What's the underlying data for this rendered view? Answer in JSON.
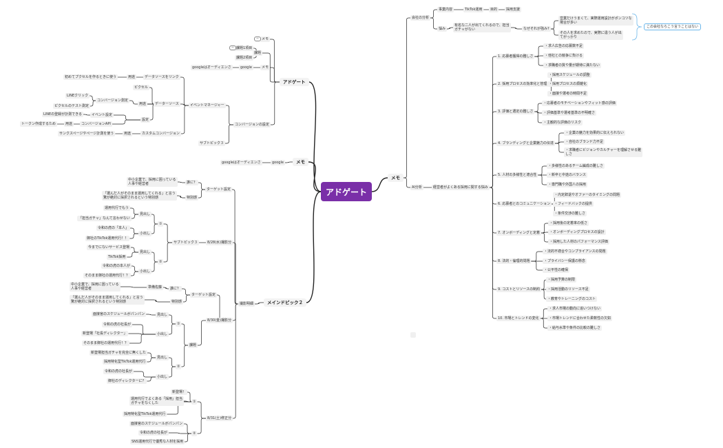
{
  "root": {
    "label": "アドゲート"
  },
  "branches": {
    "left_top": {
      "label": "アドゲート"
    },
    "left_mid": {
      "label": "メモ"
    },
    "left_bottom": {
      "label": "メインドピック２"
    },
    "right": {
      "label": "メモ"
    }
  },
  "nodes": [
    {
      "id": "memo1",
      "text": "メモ"
    },
    {
      "id": "kadai",
      "text": "課題"
    },
    {
      "id": "kadai1",
      "text": "課題1項目"
    },
    {
      "id": "kadai2",
      "text": "課題2項目"
    },
    {
      "id": "google1",
      "text": "google"
    },
    {
      "id": "g_aud1",
      "text": "googleはオーディエンさ"
    },
    {
      "id": "memo2",
      "text": "メモ"
    },
    {
      "id": "event_mgr",
      "text": "イベントマネージャー"
    },
    {
      "id": "ds_link",
      "text": "データソースをリンク"
    },
    {
      "id": "yoto1",
      "text": "用途"
    },
    {
      "id": "pixel_first",
      "text": "初めてプクセルを作るときに使う"
    },
    {
      "id": "ds",
      "text": "データーソース"
    },
    {
      "id": "yoto2",
      "text": "用途"
    },
    {
      "id": "pixel",
      "text": "ピクセル"
    },
    {
      "id": "conv_measure",
      "text": "コンバージョン測定"
    },
    {
      "id": "line_click",
      "text": "LINEクリック"
    },
    {
      "id": "pixel_test",
      "text": "ピクセルのテスト測定"
    },
    {
      "id": "settei",
      "text": "設定"
    },
    {
      "id": "event_settei",
      "text": "イベント設定"
    },
    {
      "id": "line_reg",
      "text": "LINEの登録が計測できる"
    },
    {
      "id": "conv_api",
      "text": "コンバージョンAPI"
    },
    {
      "id": "yoto3",
      "text": "用途"
    },
    {
      "id": "token",
      "text": "トークン作成するため"
    },
    {
      "id": "custom_conv",
      "text": "カスタムコンバージョン"
    },
    {
      "id": "yoto4",
      "text": "用途"
    },
    {
      "id": "thanks",
      "text": "サンクスページやページ計測を使う"
    },
    {
      "id": "conv_settei",
      "text": "コンバージョンの設定"
    },
    {
      "id": "subtopic3a",
      "text": "サブトピック３"
    },
    {
      "id": "google2",
      "text": "google"
    },
    {
      "id": "g_aud2",
      "text": "googleはオーディエンさ"
    },
    {
      "id": "target_settei1",
      "text": "ターゲット設定"
    },
    {
      "id": "dare1",
      "text": "誰に？"
    },
    {
      "id": "smb1",
      "text": "中小企業で、採用に困っている\n人事や経営者"
    },
    {
      "id": "tokubetsu1",
      "text": "特別感"
    },
    {
      "id": "erabareta1",
      "text": "「選んだ人がそのまま運用してくれる」と言う\n驚が絶対に採択されるという特別感"
    },
    {
      "id": "d828",
      "text": "8/28(水)撮影分"
    },
    {
      "id": "subtopic3b",
      "text": "サブトピック３"
    },
    {
      "id": "m1a",
      "text": "①"
    },
    {
      "id": "midashi1",
      "text": "見出し"
    },
    {
      "id": "unyo1",
      "text": "運用代行でもう"
    },
    {
      "id": "gacha1",
      "text": "「担当ガチャ」なんて言わせない"
    },
    {
      "id": "kodashi1",
      "text": "小出し"
    },
    {
      "id": "reiwa_honnin",
      "text": "令和の虎の「本人」"
    },
    {
      "id": "onsha1",
      "text": "御社のTikTok運用代行！！"
    },
    {
      "id": "m2a",
      "text": "②"
    },
    {
      "id": "midashi2",
      "text": "見出し"
    },
    {
      "id": "imamade",
      "text": "今までにないサービス登場"
    },
    {
      "id": "tiktok_saiyo",
      "text": "TikTok採用"
    },
    {
      "id": "kodashi2",
      "text": "小出し"
    },
    {
      "id": "reiwa_honnin2",
      "text": "令和の虎の本人が"
    },
    {
      "id": "sonomama1",
      "text": "そのまま御社の運用代行！？"
    },
    {
      "id": "satsuei",
      "text": "撮影明細"
    },
    {
      "id": "target_settei2",
      "text": "ターゲット設定"
    },
    {
      "id": "dare2",
      "text": "誰に？"
    },
    {
      "id": "junbi",
      "text": "準備佐藤"
    },
    {
      "id": "smb2",
      "text": "中小企業で、採用に困っている\n人事や経営者"
    },
    {
      "id": "tokubetsu2",
      "text": "特別感"
    },
    {
      "id": "erabareta2",
      "text": "「選んだ人がそのまま運用してくれる」と言う\n驚が絶対に採択されるという特別感"
    },
    {
      "id": "d830",
      "text": "8/30(金)撮影分"
    },
    {
      "id": "kadai_b",
      "text": "課題"
    },
    {
      "id": "m1b",
      "text": "①"
    },
    {
      "id": "midashi3",
      "text": "見出し"
    },
    {
      "id": "schedule_bb",
      "text": "面接官のスケジュールがパンパン"
    },
    {
      "id": "kodashi3",
      "text": "小出し"
    },
    {
      "id": "reiwa_shacho",
      "text": "令和の虎の社長が"
    },
    {
      "id": "shinkan",
      "text": "新登場「社長ディレクター」"
    },
    {
      "id": "sonomama2",
      "text": "そのまま御社の運用代行！？"
    },
    {
      "id": "m2b",
      "text": "②"
    },
    {
      "id": "midashi4",
      "text": "見出し"
    },
    {
      "id": "shinkan_gacha",
      "text": "新登場担当ガチャを完全に無くした"
    },
    {
      "id": "saiyo_tokka",
      "text": "採用特化型TikTok運用代行"
    },
    {
      "id": "kodashi4",
      "text": "小出し"
    },
    {
      "id": "reiwa_shacho2",
      "text": "令和の虎の社長が"
    },
    {
      "id": "director",
      "text": "御社のディレクターに？"
    },
    {
      "id": "d831",
      "text": "8/31(土)修正分"
    },
    {
      "id": "m1c",
      "text": "①"
    },
    {
      "id": "shin_tojo",
      "text": "新登場！"
    },
    {
      "id": "unyo_yoku",
      "text": "運用代行でよくある「採用」担当\nガチャをなくした"
    },
    {
      "id": "saiyo_tokka2",
      "text": "採用特化型TikTok運用代行"
    },
    {
      "id": "m2c",
      "text": "②"
    },
    {
      "id": "mensetsu_bb",
      "text": "面接官のスケジュールがパンパン"
    },
    {
      "id": "reiwa_shacho3",
      "text": "令和の虎の社長が"
    },
    {
      "id": "sns_unyo",
      "text": "SNS運用代行で優秀な人材を採用"
    },
    {
      "id": "kaisha_bunseki",
      "text": "会社の分析"
    },
    {
      "id": "jigyo",
      "text": "事業内容"
    },
    {
      "id": "tiktok_unyo",
      "text": "TikTok運用"
    },
    {
      "id": "mokuteki",
      "text": "目的"
    },
    {
      "id": "saiyo_shien",
      "text": "採用支援"
    },
    {
      "id": "nayami",
      "text": "悩み"
    },
    {
      "id": "yumei",
      "text": "有名な二人が出てくれるので、担当\nガチャがない"
    },
    {
      "id": "naze",
      "text": "なぜそれが強み?"
    },
    {
      "id": "eigyo",
      "text": "営業だけうまくて、実際運用設計がポンコツな\n場合が多い"
    },
    {
      "id": "sono_hito",
      "text": "その人を求めたので、実際に違う人が出\nてがっかり"
    },
    {
      "id": "callout",
      "text": "この会社ならこう言うことはない"
    },
    {
      "id": "ai_bunseki",
      "text": "AI分析"
    },
    {
      "id": "keieisha",
      "text": "経営者がよくある採用に関する悩み"
    },
    {
      "id": "c1",
      "text": "1. 応募者獲得の難しさ"
    },
    {
      "id": "c1a",
      "text": "・求人広告の応募数不足"
    },
    {
      "id": "c1b",
      "text": "・他社との競争に負ける"
    },
    {
      "id": "c1c",
      "text": "・求職者の質や量が期待に満たない"
    },
    {
      "id": "c2",
      "text": "2. 採用プロセスの効率化と管理"
    },
    {
      "id": "c2a",
      "text": "・採用スケジュールの調整"
    },
    {
      "id": "c2b",
      "text": "・採用プロセスの煩雑化"
    },
    {
      "id": "c2c",
      "text": "・面接や選考の時間不足"
    },
    {
      "id": "c3",
      "text": "3. 評価と選定の難しさ"
    },
    {
      "id": "c3a",
      "text": "・応募者のモチベーションやフィット感の評価"
    },
    {
      "id": "c3b",
      "text": "・評価基準や選考基準の不明確さ"
    },
    {
      "id": "c3c",
      "text": "・主観的な評価のリスク"
    },
    {
      "id": "c4",
      "text": "4. ブランディングと企業魅力の伝達"
    },
    {
      "id": "c4a",
      "text": "・企業の魅力を効果的に伝えられない"
    },
    {
      "id": "c4b",
      "text": "・自社のブランド力不足"
    },
    {
      "id": "c4c",
      "text": "・求職者にビジョンやカルチャーを理解させる難\nしさ"
    },
    {
      "id": "c5",
      "text": "5. 人材の多様性と適合性"
    },
    {
      "id": "c5a",
      "text": "・多様性のあるチーム編成の難しさ"
    },
    {
      "id": "c5b",
      "text": "・新卒と中途のバランス"
    },
    {
      "id": "c5c",
      "text": "・専門職や外国人の採用"
    },
    {
      "id": "c6",
      "text": "6. 応募者とのコミュニケーション"
    },
    {
      "id": "c6a",
      "text": "・内定辞退やオファーのタイミングの問題"
    },
    {
      "id": "c6b",
      "text": "・フィードバックの提供"
    },
    {
      "id": "c6c",
      "text": "・条件交渉の難しさ"
    },
    {
      "id": "c7",
      "text": "7. オンボーディングと定着"
    },
    {
      "id": "c7a",
      "text": "・採用後の定着率の低さ"
    },
    {
      "id": "c7b",
      "text": "・オンボーディングプロセスの設計"
    },
    {
      "id": "c7c",
      "text": "・採用した人材のパフォーマンス評価"
    },
    {
      "id": "c8",
      "text": "8. 法的・倫理的問題"
    },
    {
      "id": "c8a",
      "text": "・法的不適合やコンプライアンスの問題"
    },
    {
      "id": "c8b",
      "text": "・プライバシー保護の懸念"
    },
    {
      "id": "c8c",
      "text": "・公平性の確保"
    },
    {
      "id": "c9",
      "text": "9. コストとリソースの制約"
    },
    {
      "id": "c9a",
      "text": "・採用予算の制限"
    },
    {
      "id": "c9b",
      "text": "・採用活動のリソース不足"
    },
    {
      "id": "c9c",
      "text": "・教育やトレーニングのコスト"
    },
    {
      "id": "c10",
      "text": "10. 市場とトレンドの変化"
    },
    {
      "id": "c10a",
      "text": "・求人市場の動向に追いつけない"
    },
    {
      "id": "c10b",
      "text": "・市場トレンドに合わせた柔軟性の欠如"
    },
    {
      "id": "c10c",
      "text": "・給与水準や条件の比較の難しさ"
    }
  ],
  "colors": {
    "root": "#7a2fa8",
    "line": "#222222",
    "node_bg": "#f0f0f0",
    "callout_border": "#6bb6ea"
  },
  "icons": {
    "collapse": "minus-toggle-icon"
  }
}
